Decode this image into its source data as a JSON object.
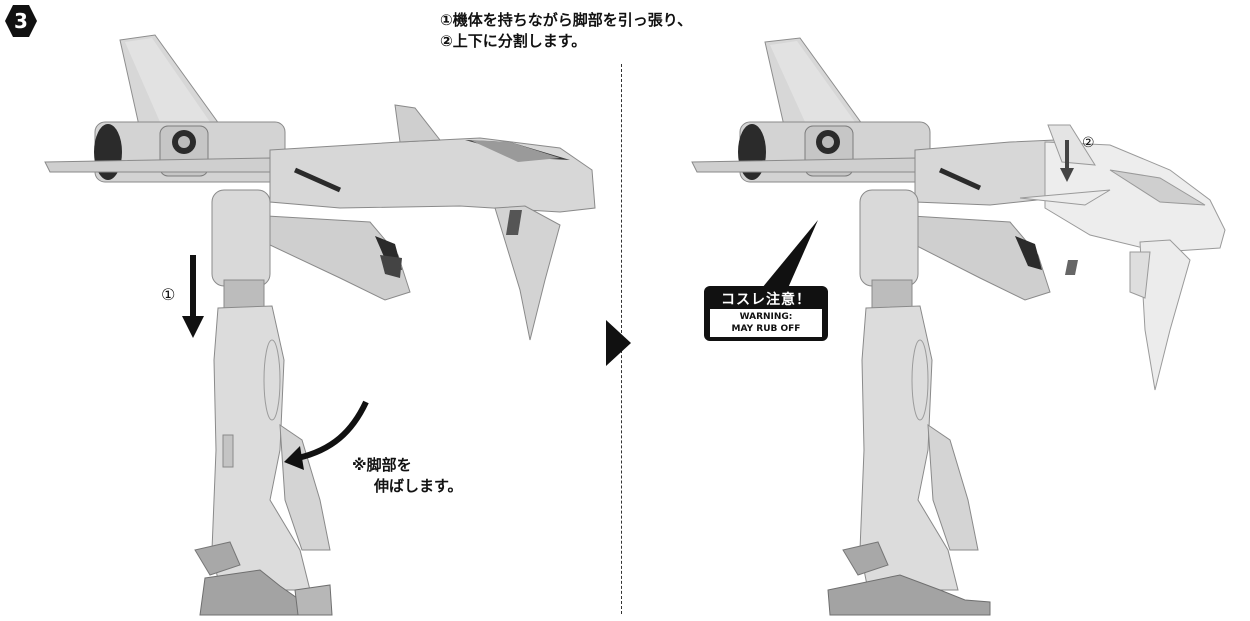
{
  "step": {
    "number": "3"
  },
  "instruction": {
    "line1": "①機体を持ちながら脚部を引っ張り、",
    "line2": "②上下に分割します。"
  },
  "callouts": {
    "step1_marker": "①",
    "step2_marker": "②",
    "leg_note_line1": "※脚部を",
    "leg_note_line2": "伸ばします。"
  },
  "warning": {
    "title": "コスレ注意！",
    "line1": "WARNING:",
    "line2": "MAY RUB OFF"
  },
  "colors": {
    "model_fill": "#d7d7d7",
    "model_shadow": "#a9a9a9",
    "model_dark": "#2b2b2b",
    "light_part": "#efefef",
    "ink": "#111111"
  }
}
